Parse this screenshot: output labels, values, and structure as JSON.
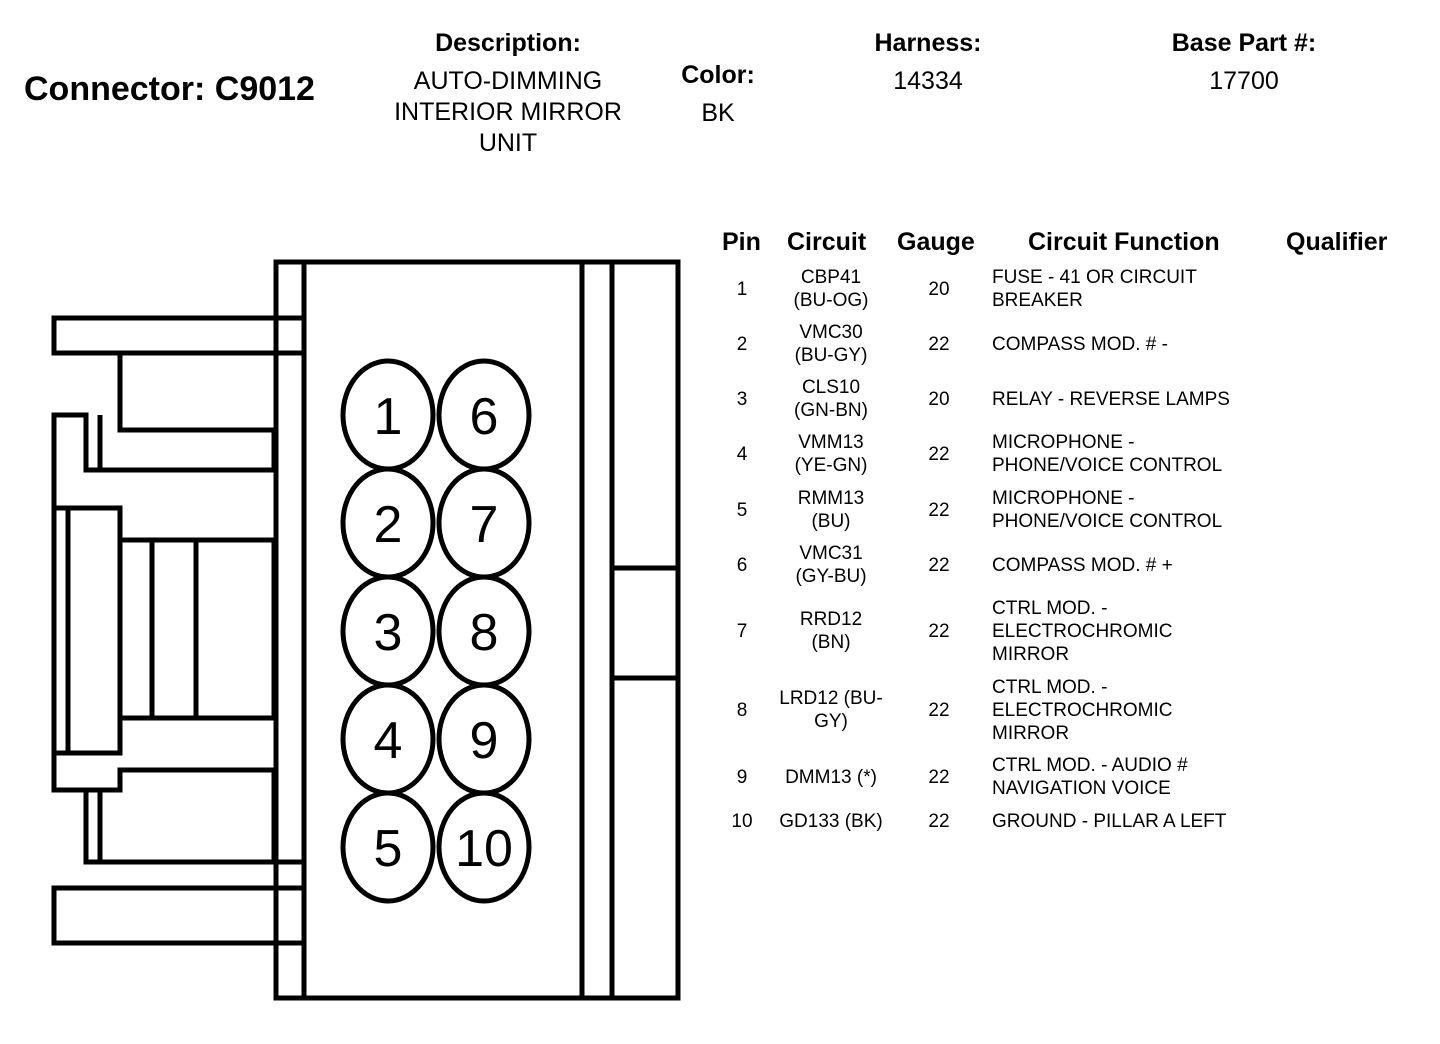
{
  "header": {
    "connector_label": "Connector: C9012",
    "description_label": "Description:",
    "description_lines": [
      "AUTO-DIMMING",
      "INTERIOR MIRROR",
      "UNIT"
    ],
    "color_label": "Color:",
    "color_value": "BK",
    "harness_label": "Harness:",
    "harness_value": "14334",
    "base_part_label": "Base Part #:",
    "base_part_value": "17700"
  },
  "table": {
    "columns": [
      "Pin",
      "Circuit",
      "Gauge",
      "Circuit Function",
      "Qualifier"
    ],
    "rows": [
      {
        "pin": "1",
        "circuit": [
          "CBP41",
          "(BU-OG)"
        ],
        "gauge": "20",
        "function": [
          "FUSE - 41 OR CIRCUIT",
          "BREAKER"
        ],
        "qualifier": ""
      },
      {
        "pin": "2",
        "circuit": [
          "VMC30",
          "(BU-GY)"
        ],
        "gauge": "22",
        "function": [
          "COMPASS MOD. # -"
        ],
        "qualifier": ""
      },
      {
        "pin": "3",
        "circuit": [
          "CLS10",
          "(GN-BN)"
        ],
        "gauge": "20",
        "function": [
          "RELAY - REVERSE LAMPS"
        ],
        "qualifier": ""
      },
      {
        "pin": "4",
        "circuit": [
          "VMM13",
          "(YE-GN)"
        ],
        "gauge": "22",
        "function": [
          "MICROPHONE -",
          "PHONE/VOICE CONTROL"
        ],
        "qualifier": ""
      },
      {
        "pin": "5",
        "circuit": [
          "RMM13",
          "(BU)"
        ],
        "gauge": "22",
        "function": [
          "MICROPHONE -",
          "PHONE/VOICE CONTROL"
        ],
        "qualifier": ""
      },
      {
        "pin": "6",
        "circuit": [
          "VMC31",
          "(GY-BU)"
        ],
        "gauge": "22",
        "function": [
          "COMPASS MOD. # +"
        ],
        "qualifier": ""
      },
      {
        "pin": "7",
        "circuit": [
          "RRD12",
          "(BN)"
        ],
        "gauge": "22",
        "function": [
          "CTRL MOD. -",
          "ELECTROCHROMIC",
          "MIRROR"
        ],
        "qualifier": ""
      },
      {
        "pin": "8",
        "circuit": [
          "LRD12 (BU-",
          "GY)"
        ],
        "gauge": "22",
        "function": [
          "CTRL MOD. -",
          "ELECTROCHROMIC",
          "MIRROR"
        ],
        "qualifier": ""
      },
      {
        "pin": "9",
        "circuit": [
          "DMM13 (*)"
        ],
        "gauge": "22",
        "function": [
          "CTRL MOD. - AUDIO #",
          "NAVIGATION VOICE"
        ],
        "qualifier": ""
      },
      {
        "pin": "10",
        "circuit": [
          "GD133 (BK)"
        ],
        "gauge": "22",
        "function": [
          "GROUND - PILLAR A LEFT"
        ],
        "qualifier": ""
      }
    ]
  },
  "diagram": {
    "pins_left": [
      "1",
      "2",
      "3",
      "4",
      "5"
    ],
    "pins_right": [
      "6",
      "7",
      "8",
      "9",
      "10"
    ]
  }
}
